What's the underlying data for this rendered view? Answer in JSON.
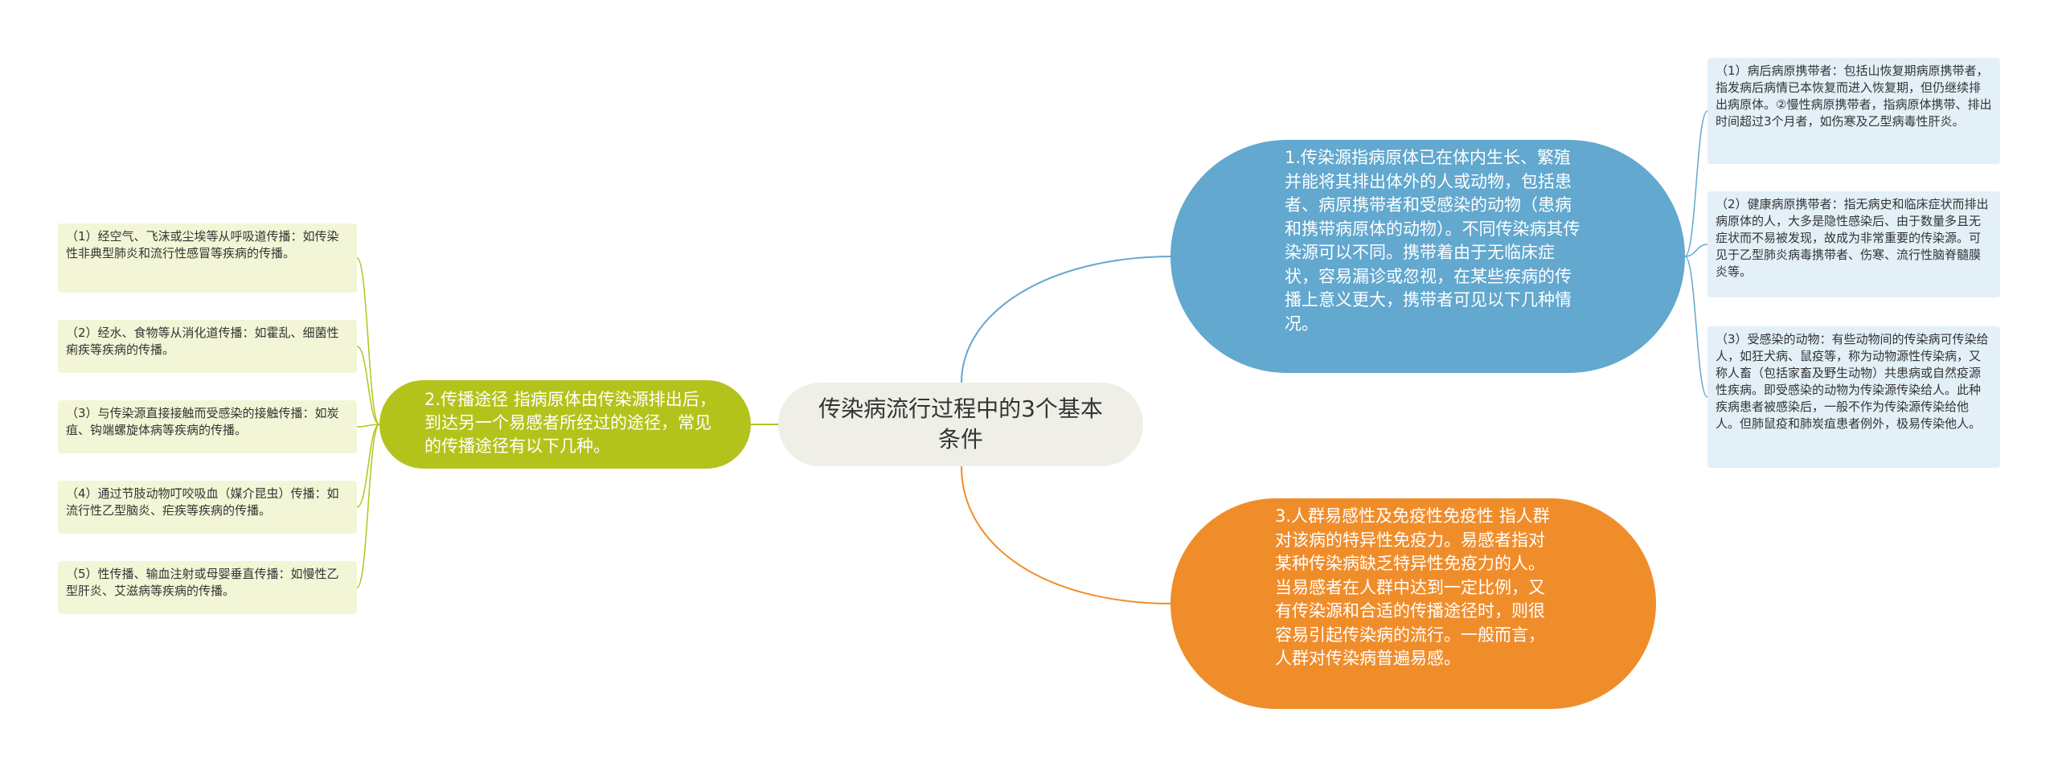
{
  "colors": {
    "center_bg": "#efefe7",
    "branch1": "#62a8cf",
    "branch2": "#b4c31b",
    "branch3": "#f08d2b",
    "leaf_blue_bg": "#e3f0f8",
    "leaf_green_bg": "#f3f6d6"
  },
  "center": {
    "title": "传染病流行过程中的3个基本条件"
  },
  "branch1": {
    "text": "1.传染源指病原体已在体内生长、繁殖并能将其排出体外的人或动物，包括患者、病原携带者和受感染的动物（患病和携带病原体的动物）。不同传染病其传染源可以不同。携带着由于无临床症状，容易漏诊或忽视，在某些疾病的传播上意义更大，携带者可见以下几种情况。",
    "children": [
      "（1）病后病原携带者：包括山恢复期病原携带者，指发病后病情已本恢复而进入恢复期，但仍继续排出病原体。②慢性病原携带者，指病原体携带、排出时间超过3个月者，如伤寒及乙型病毒性肝炎。",
      "（2）健康病原携带者：指无病史和临床症状而排出病原体的人，大多是隐性感染后、由于数量多且无症状而不易被发现，故成为非常重要的传染源。可见于乙型肺炎病毒携带者、伤寒、流行性脑脊髓膜炎等。",
      "（3）受感染的动物：有些动物间的传染病可传染给人，如狂犬病、鼠疫等，称为动物源性传染病，又称人畜（包括家畜及野生动物）共患病或自然疫源性疾病。即受感染的动物为传染源传染给人。此种疾病患者被感染后，一般不作为传染源传染给他人。但肺鼠疫和肺炭疽患者例外，极易传染他人。"
    ]
  },
  "branch2": {
    "text": "2.传播途径 指病原体由传染源排出后，到达另一个易感者所经过的途径，常见的传播途径有以下几种。",
    "children": [
      "（1）经空气、飞沫或尘埃等从呼吸道传播：如传染性非典型肺炎和流行性感冒等疾病的传播。",
      "（2）经水、食物等从消化道传播：如霍乱、细菌性痢疾等疾病的传播。",
      "（3）与传染源直接接触而受感染的接触传播：如炭疽、钩端螺旋体病等疾病的传播。",
      "（4）通过节肢动物叮咬吸血（媒介昆虫）传播：如流行性乙型脑炎、疟疾等疾病的传播。",
      "（5）性传播、输血注射或母婴垂直传播：如慢性乙型肝炎、艾滋病等疾病的传播。"
    ]
  },
  "branch3": {
    "text": "3.人群易感性及免疫性免疫性 指人群对该病的特异性免疫力。易感者指对某种传染病缺乏特异性免疫力的人。当易感者在人群中达到一定比例，又有传染源和合适的传播途径时，则很容易引起传染病的流行。一般而言，人群对传染病普遍易感。"
  }
}
